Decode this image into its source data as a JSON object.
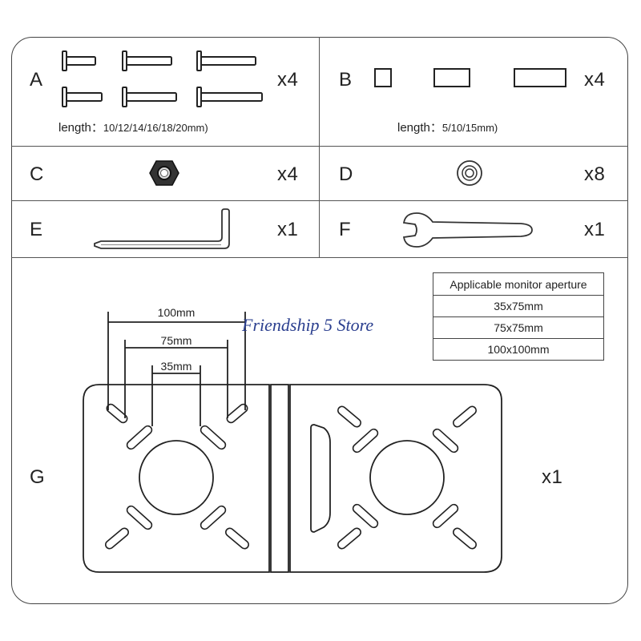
{
  "parts": {
    "a": {
      "letter": "A",
      "quantity": "x4",
      "caption_label": "length：",
      "caption_values": "10/12/14/16/18/20mm)",
      "icon": "screw-bolts-icon"
    },
    "b": {
      "letter": "B",
      "quantity": "x4",
      "caption_label": "length：",
      "caption_values": "5/10/15mm)",
      "icon": "spacer-icon"
    },
    "c": {
      "letter": "C",
      "quantity": "x4",
      "icon": "hex-nut-icon"
    },
    "d": {
      "letter": "D",
      "quantity": "x8",
      "icon": "washer-icon"
    },
    "e": {
      "letter": "E",
      "quantity": "x1",
      "icon": "allen-key-icon"
    },
    "f": {
      "letter": "F",
      "quantity": "x1",
      "icon": "wrench-icon"
    },
    "g": {
      "letter": "G",
      "quantity": "x1",
      "icon": "adapter-plate-icon",
      "dimensions": [
        "100mm",
        "75mm",
        "35mm"
      ]
    }
  },
  "aperture_table": {
    "header": "Applicable monitor aperture",
    "rows": [
      "35x75mm",
      "75x75mm",
      "100x100mm"
    ]
  },
  "watermark": "Friendship 5 Store"
}
